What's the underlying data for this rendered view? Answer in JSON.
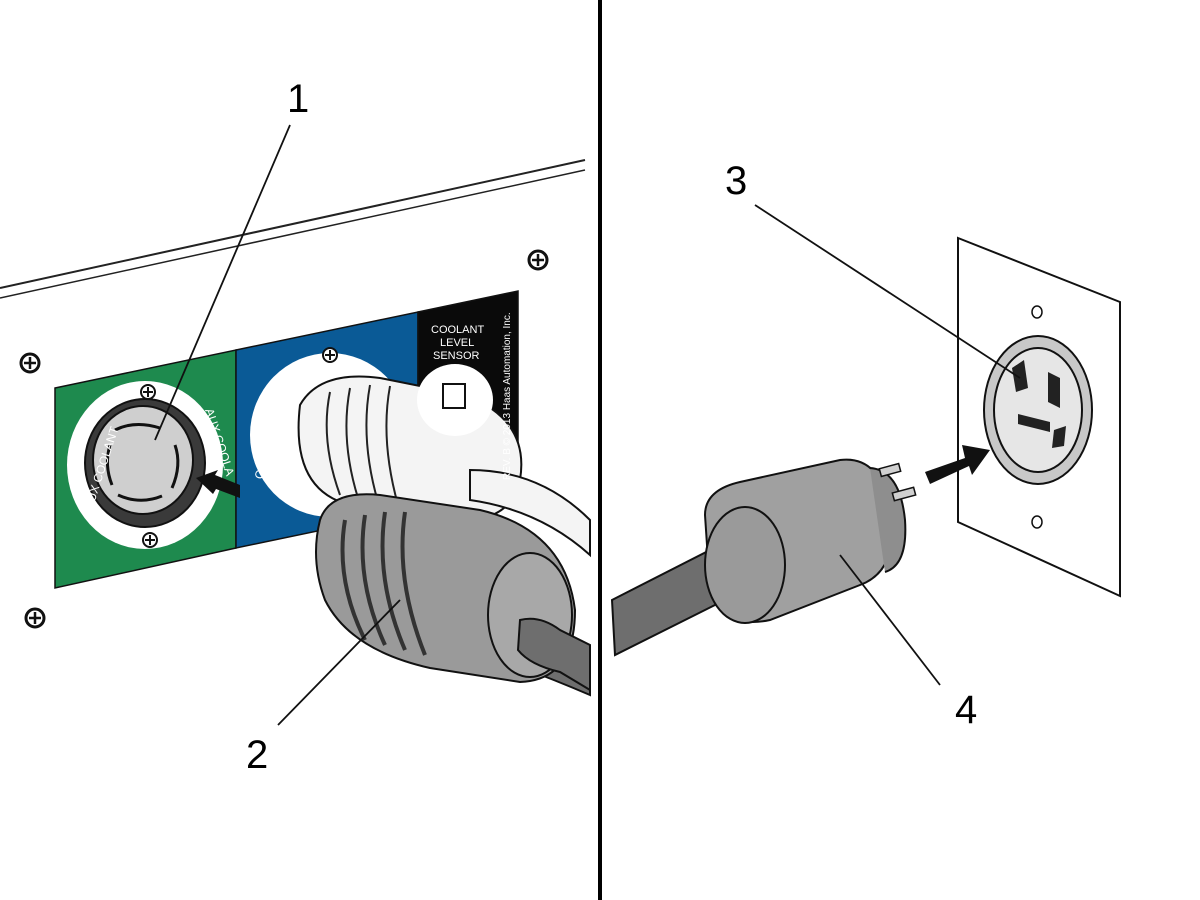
{
  "callouts": {
    "c1": "1",
    "c2": "2",
    "c3": "3",
    "c4": "4"
  },
  "panel_labels": {
    "aux_coolant_left": "AUX COOLANT",
    "aux_coolant_right": "AUX COOLA",
    "coolant": "COOLANT",
    "level_sensor_line1": "COOLANT",
    "level_sensor_line2": "LEVEL",
    "level_sensor_line3": "SENSOR",
    "copyright": "REV. B  © 2013 Haas Automation, Inc."
  },
  "colors": {
    "aux_green": "#1e8a4e",
    "coolant_blue": "#0a5a96",
    "sensor_black": "#0a0a0a",
    "plug_gray": "#9a9a9a",
    "plug_dark": "#5e5e5e",
    "cord": "#6e6e6e"
  }
}
